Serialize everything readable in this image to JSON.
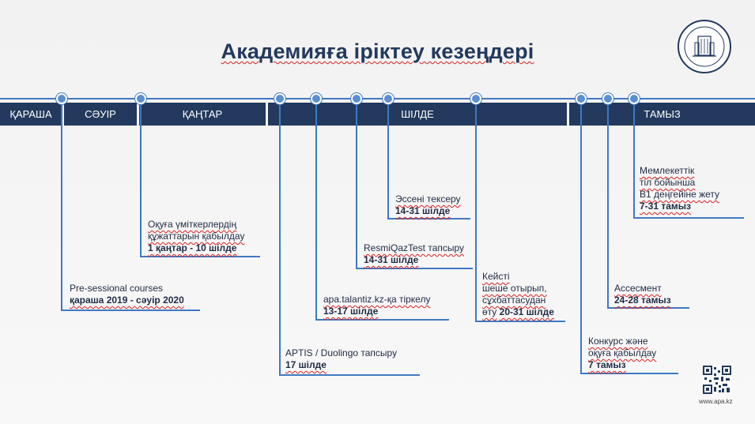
{
  "slide": {
    "title": "Академияға іріктеу кезеңдері",
    "months": {
      "karasha": "ҚАРАША",
      "sauir": "СӘУІР",
      "kantar": "ҚАҢТАР",
      "shilde": "ШІЛДЕ",
      "tamyz": "ТАМЫЗ"
    },
    "events": {
      "presessional": {
        "text": "Pre-sessional courses",
        "date": "қараша 2019 - сәуір 2020"
      },
      "documents": {
        "line1": "Оқуға үміткерлердің",
        "line2": "құжаттарын қабылдау",
        "date": "1 қаңтар - 10 шілде"
      },
      "aptis": {
        "text": "APTIS / Duolingo тапсыру",
        "date": "17 шілде"
      },
      "apa_register": {
        "text": "apa.talantiz.kz-қа тіркелу",
        "date": "13-17 шілде"
      },
      "resmiqaztest": {
        "text": "ResmiQazTest тапсыру",
        "date": "14-31 шілде"
      },
      "essay": {
        "text": "Эссені тексеру",
        "date": "14-31 шілде"
      },
      "case": {
        "line1": "Кейсті",
        "line2": "шеше отырып,",
        "line3": "сұхбаттасудан",
        "line4": "өту",
        "date": "20-31 шілде"
      },
      "contest": {
        "line1": "Конкурс және",
        "line2": "оқуға қабылдау",
        "date": "7 тамыз"
      },
      "assessment": {
        "text": "Ассесмент",
        "date": "24-28 тамыз"
      },
      "state_lang": {
        "line1": "Мемлекеттік",
        "line2": "тіл бойынша",
        "line3": "В1 деңгейіне жету",
        "date": "7-31 тамыз"
      }
    },
    "website": "www.apa.kz"
  },
  "colors": {
    "navy": "#23395d",
    "blue": "#3f79c2",
    "dot": "#5b8fd0",
    "spellcheck": "#d92020"
  }
}
